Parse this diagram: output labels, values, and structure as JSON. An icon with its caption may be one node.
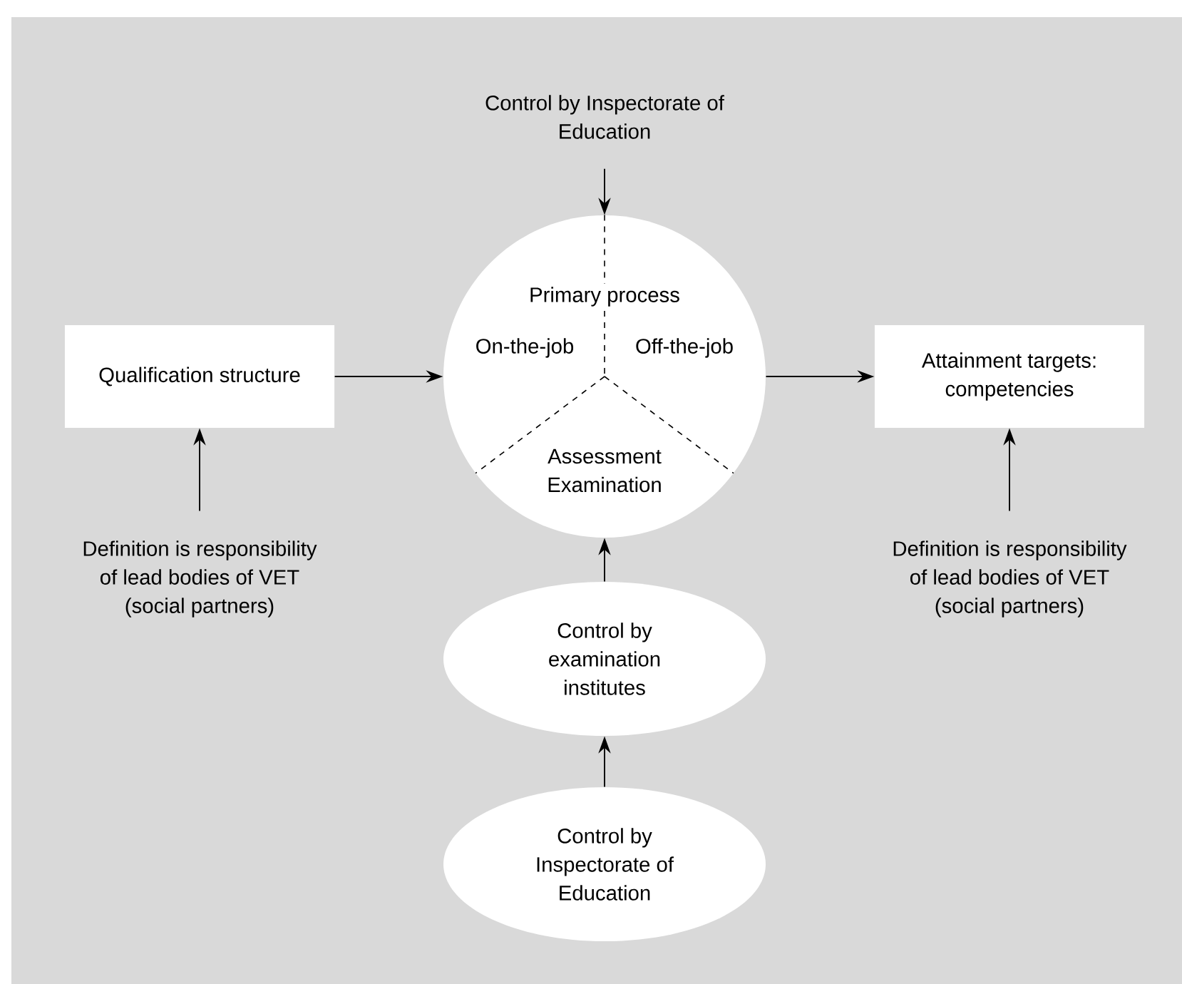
{
  "diagram": {
    "nodes": [
      {
        "text": [
          "Control by Inspectorate of Education"
        ]
      },
      {
        "text": [
          "Primary process",
          "On-the-job",
          "Off-the-job",
          "Assessment Examination"
        ]
      },
      {
        "text": [
          "Qualification structure"
        ]
      },
      {
        "text": [
          "Attainment targets: competencies"
        ]
      },
      {
        "text": [
          "Definition is responsibility of lead bodies of VET (social partners)"
        ]
      },
      {
        "text": [
          "Definition is responsibility of lead bodies of VET (social partners)"
        ]
      },
      {
        "text": [
          "Control by examination institutes"
        ]
      },
      {
        "text": [
          "Control by Inspectorate of Education"
        ]
      }
    ],
    "edges": [
      {
        "from": 0,
        "to": 1,
        "arrow": "to"
      },
      {
        "from": 2,
        "to": 1,
        "arrow": "to"
      },
      {
        "from": 1,
        "to": 3,
        "arrow": "to"
      },
      {
        "from": 4,
        "to": 2,
        "arrow": "to"
      },
      {
        "from": 5,
        "to": 3,
        "arrow": "to"
      },
      {
        "from": 6,
        "to": 1,
        "arrow": "to"
      },
      {
        "from": 7,
        "to": 6,
        "arrow": "to"
      }
    ]
  }
}
